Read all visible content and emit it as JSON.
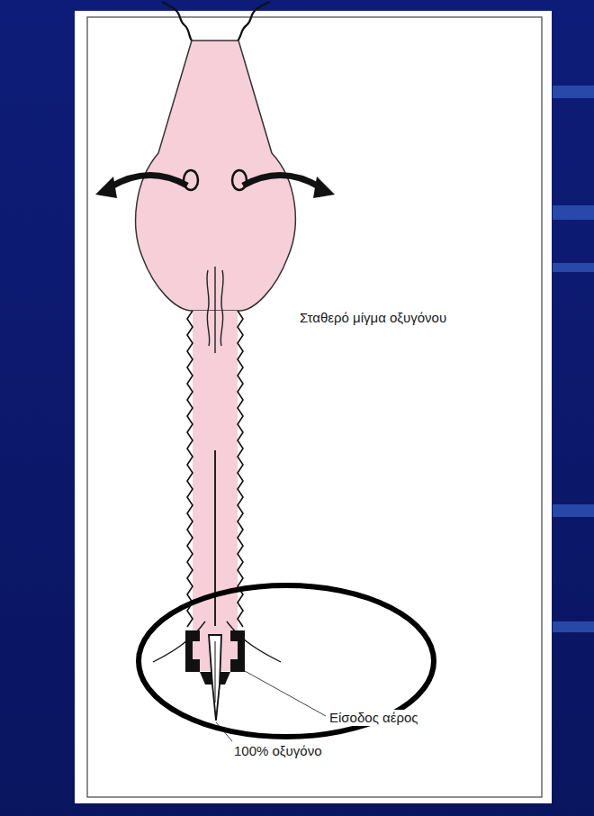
{
  "diagram": {
    "labels": [
      "Σταθερό μίγμα οξυγόνου",
      "Είσοδος αέρος",
      "100% οξυγόνο"
    ]
  }
}
